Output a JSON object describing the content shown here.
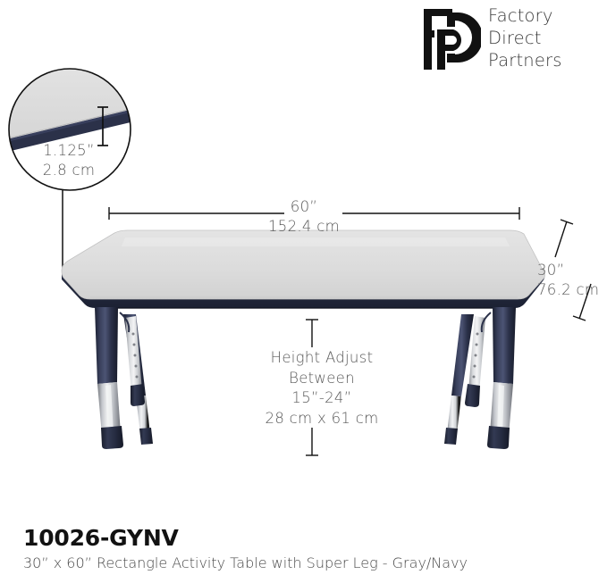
{
  "brand": {
    "mark_alt": "fp-monogram",
    "name_line1": "Factory",
    "name_line2": "Direct",
    "name_line3": "Partners"
  },
  "callout": {
    "label": "edge-thickness-detail",
    "inches": "1.125”",
    "metric": "2.8 cm"
  },
  "dimensions": {
    "width": {
      "inches": "60”",
      "metric": "152.4 cm"
    },
    "depth": {
      "inches": "30”",
      "metric": "76.2 cm"
    },
    "height_adjust": {
      "line1": "Height Adjust",
      "line2": "Between",
      "line3": "15”-24”",
      "line4": "28 cm x 61 cm"
    }
  },
  "product": {
    "sku": "10026-GYNV",
    "description": "30” x 60” Rectangle Activity Table with Super Leg - Gray/Navy"
  },
  "colors": {
    "navy": "#2b3149",
    "navy_dark": "#1e2335",
    "top_gray": "#dcdcdc",
    "top_gray_light": "#e6e6e6",
    "chrome_light": "#f0f0f0",
    "chrome_mid": "#b9bcc2",
    "chrome_dark": "#85888e",
    "line": "#1a1a1a",
    "text": "#585858"
  }
}
